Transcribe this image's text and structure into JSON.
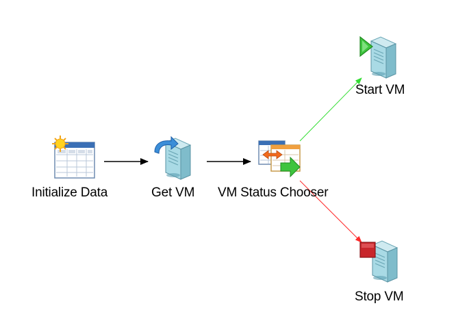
{
  "workflow": {
    "nodes": [
      {
        "label": "Initialize Data",
        "icon": "table-sun-icon"
      },
      {
        "label": "Get VM",
        "icon": "server-refresh-icon"
      },
      {
        "label": "VM Status Chooser",
        "icon": "chooser-icon"
      },
      {
        "label": "Start VM",
        "icon": "server-play-icon"
      },
      {
        "label": "Stop VM",
        "icon": "server-stop-icon"
      }
    ],
    "links": [
      {
        "from": "Initialize Data",
        "to": "Get VM",
        "color": "#000000"
      },
      {
        "from": "Get VM",
        "to": "VM Status Chooser",
        "color": "#000000"
      },
      {
        "from": "VM Status Chooser",
        "to": "Start VM",
        "color": "#33dd33"
      },
      {
        "from": "VM Status Chooser",
        "to": "Stop VM",
        "color": "#ff2a2a"
      }
    ]
  },
  "colors": {
    "success": "#33dd33",
    "failure": "#ff2a2a",
    "default_link": "#000000",
    "server_body": "#8fc9d6",
    "title_bar": "#3a6fb5"
  }
}
